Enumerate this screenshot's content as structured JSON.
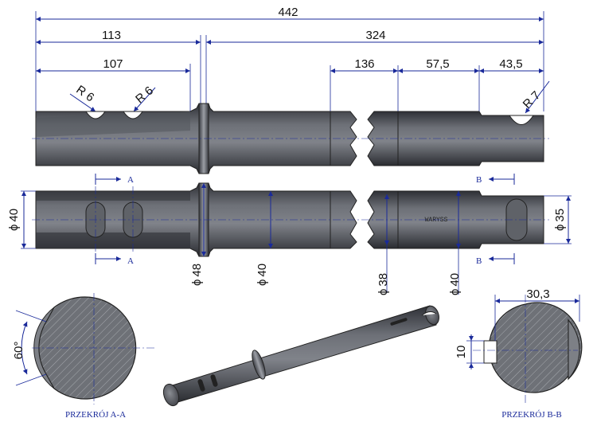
{
  "dimensions": {
    "overall_length": "442",
    "left_length": "113",
    "right_length": "324",
    "flat_length": "107",
    "radius_left_1": "R 6",
    "radius_left_2": "R 6",
    "section_136": "136",
    "section_57": "57,5",
    "section_43": "43,5",
    "radius_right": "R 7",
    "dia_left": "40",
    "dia_collar": "48",
    "dia_body": "40",
    "dia_neck": "38",
    "dia_right_body": "40",
    "dia_right_end": "35",
    "angle_flats": "60°",
    "section_b_width": "30,3",
    "section_b_key": "10",
    "diameter_symbol": "ϕ"
  },
  "sections": {
    "a_marker_top": "A",
    "a_marker_bottom": "A",
    "b_marker_top": "B",
    "b_marker_bottom": "B",
    "a_label": "PRZEKRÓJ A-A",
    "b_label": "PRZEKRÓJ B-B"
  },
  "part_marking": "WARYSS",
  "colors": {
    "dimension_blue": "#1a2a9a",
    "shaft_dark": "#3c3f45",
    "shaft_light": "#8a8d93"
  }
}
